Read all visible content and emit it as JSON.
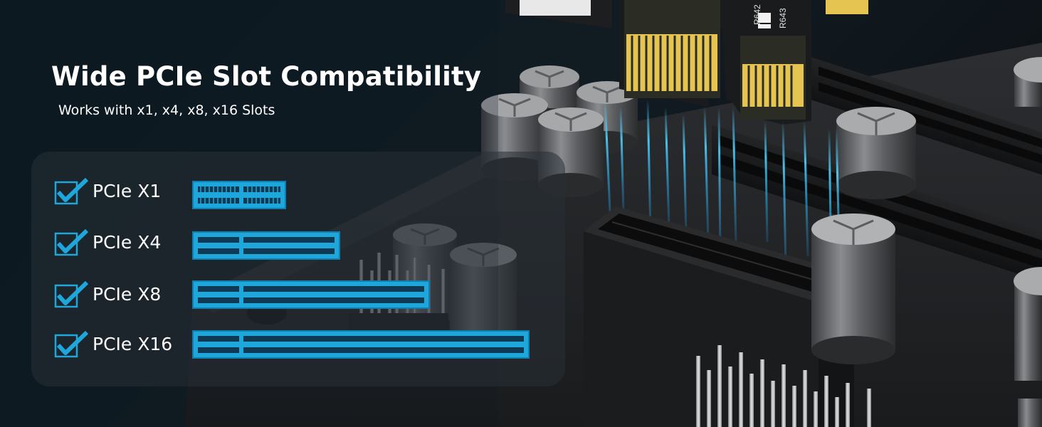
{
  "header": {
    "title": "Wide PCIe Slot Compatibility",
    "subtitle": "Works with x1, x4, x8, x16 Slots"
  },
  "slots": [
    {
      "label": "PCIe X1",
      "checked": true,
      "length": "x1"
    },
    {
      "label": "PCIe X4",
      "checked": true,
      "length": "x4"
    },
    {
      "label": "PCIe X8",
      "checked": true,
      "length": "x8"
    },
    {
      "label": "PCIe X16",
      "checked": true,
      "length": "x16"
    }
  ],
  "riser_card": {
    "resistor_labels": [
      "R642",
      "R643"
    ]
  },
  "colors": {
    "accent": "#1fa7dc",
    "background": "#0d1820",
    "board": "#2a2c2f",
    "gold_contacts": "#e5c452"
  }
}
